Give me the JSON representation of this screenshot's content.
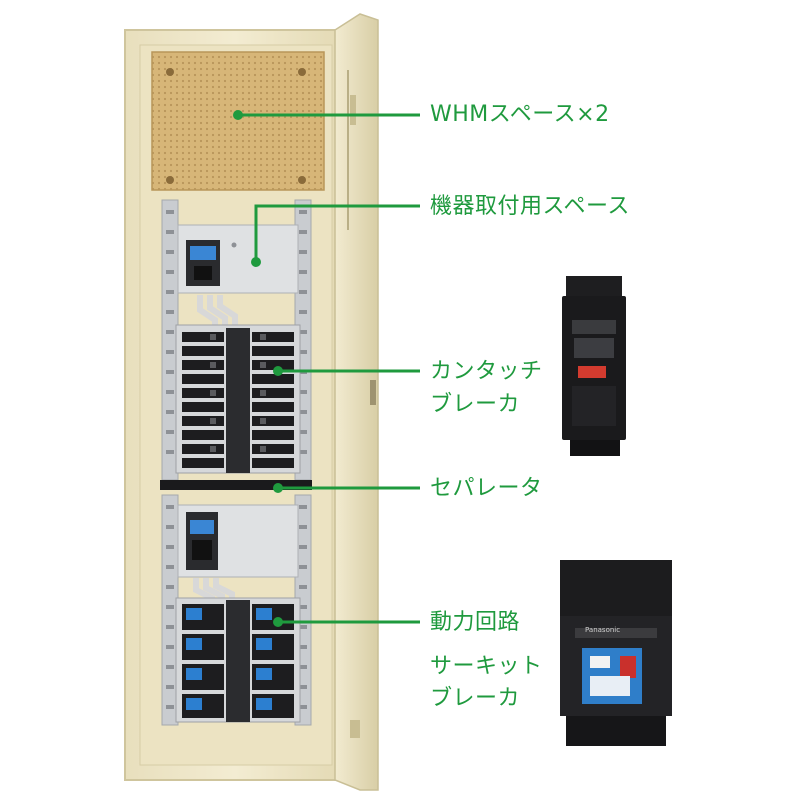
{
  "callouts": [
    {
      "id": "whm",
      "label": "WHMスペース×2"
    },
    {
      "id": "equipment",
      "label": "機器取付用スペース"
    },
    {
      "id": "branch",
      "label_line1": "カンタッチ",
      "label_line2": "ブレーカ"
    },
    {
      "id": "separator",
      "label": "セパレータ"
    },
    {
      "id": "power",
      "label_line1": "動力回路",
      "label_line2": "サーキット",
      "label_line3": "ブレーカ"
    }
  ],
  "colors": {
    "accent": "#1f9a3e",
    "cabinet": "#efe7c6",
    "meter_board": "#d9b97d",
    "breaker_dark": "#1d1d1f",
    "breaker_blue": "#2c7fd0"
  },
  "product_label": "Panasonic"
}
